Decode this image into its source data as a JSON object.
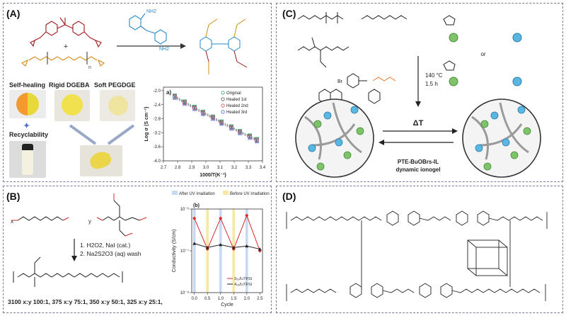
{
  "panels": {
    "a": {
      "label": "(A)",
      "photo_captions": [
        "Self-healing",
        "Rigid DGEBA",
        "Soft PEGDGE",
        "Recyclability"
      ],
      "reagent_labels": {
        "nh2_top": "NH2",
        "nh2_bottom": "NH2",
        "plus": "+",
        "n_sub": "n"
      }
    },
    "b": {
      "label": "(B)",
      "steps": [
        "1. H2O2, NaI (cat.)",
        "2. Na2S2O3 (aq) wash"
      ],
      "ratios": "3100 x:y 100:1, 375 x:y 75:1, 350 x:y 50:1, 325 x:y 25:1,",
      "x_label": "x",
      "y_label": "y"
    },
    "c": {
      "label": "(C)",
      "conditions": [
        "140 °C",
        "1.5 h"
      ],
      "delta_t": "ΔT",
      "gel_label": [
        "PTE-BuOBrs-IL",
        "dynamic ionogel"
      ],
      "or_label": "or",
      "br_label": "Br"
    },
    "d": {
      "label": "(D)"
    }
  },
  "chart_data": [
    {
      "type": "scatter",
      "panel": "A",
      "title": "a)",
      "xlabel": "1000/T(K⁻¹)",
      "ylabel": "Log σ (S cm⁻¹)",
      "xlim": [
        2.7,
        3.4
      ],
      "ylim": [
        -4.0,
        -1.9
      ],
      "xticks": [
        "2.7",
        "2.8",
        "2.9",
        "3.0",
        "3.1",
        "3.2",
        "3.3",
        "3.4"
      ],
      "yticks": [
        "-2.0",
        "-2.4",
        "-2.8",
        "-3.2",
        "-3.6",
        "-4.0"
      ],
      "legend_position": "top-right",
      "series": [
        {
          "name": "Original",
          "marker": "triangle-down",
          "color": "#3aa76d",
          "x": [
            2.78,
            2.85,
            2.92,
            2.98,
            3.05,
            3.11,
            3.18,
            3.24,
            3.31,
            3.36
          ],
          "y": [
            -2.14,
            -2.31,
            -2.46,
            -2.6,
            -2.74,
            -2.88,
            -3.02,
            -3.15,
            -3.28,
            -3.38
          ]
        },
        {
          "name": "Healed 1st",
          "marker": "square",
          "color": "#555555",
          "x": [
            2.78,
            2.85,
            2.92,
            2.98,
            3.05,
            3.11,
            3.18,
            3.24,
            3.31,
            3.36
          ],
          "y": [
            -2.16,
            -2.33,
            -2.48,
            -2.62,
            -2.76,
            -2.9,
            -3.04,
            -3.17,
            -3.3,
            -3.4
          ]
        },
        {
          "name": "Healed 2nd",
          "marker": "circle",
          "color": "#d9534f",
          "x": [
            2.78,
            2.85,
            2.92,
            2.98,
            3.05,
            3.11,
            3.18,
            3.24,
            3.31,
            3.36
          ],
          "y": [
            -2.18,
            -2.35,
            -2.5,
            -2.64,
            -2.78,
            -2.92,
            -3.06,
            -3.19,
            -3.32,
            -3.42
          ]
        },
        {
          "name": "Healed 3rd",
          "marker": "triangle-up",
          "color": "#4a6fd1",
          "x": [
            2.78,
            2.85,
            2.92,
            2.98,
            3.05,
            3.11,
            3.18,
            3.24,
            3.31,
            3.36
          ],
          "y": [
            -2.2,
            -2.37,
            -2.52,
            -2.66,
            -2.8,
            -2.94,
            -3.08,
            -3.21,
            -3.34,
            -3.44
          ]
        }
      ]
    },
    {
      "type": "line",
      "panel": "B",
      "title": "(b)",
      "xlabel": "Cycle",
      "ylabel": "Conductivity (S/cm)",
      "xlim": [
        -0.1,
        2.6
      ],
      "ylim_log": [
        -8,
        -6
      ],
      "yticks": [
        "10⁻⁸",
        "10⁻⁷",
        "10⁻⁶"
      ],
      "xticks": [
        "0.0",
        "0.5",
        "1.0",
        "1.5",
        "2.0",
        "2.5"
      ],
      "legend": [
        "After UV irradiation",
        "Before UV irradiation"
      ],
      "shading_colors": {
        "after": "#c9d9f2",
        "before": "#f9e7a8"
      },
      "after_bands": [
        [
          -0.05,
          0.05
        ],
        [
          0.95,
          1.05
        ],
        [
          1.95,
          2.05
        ]
      ],
      "before_bands": [
        [
          0.45,
          0.55
        ],
        [
          1.45,
          1.55
        ]
      ],
      "series": [
        {
          "name": "3₂₅/LiTFSI",
          "color": "#d62728",
          "x": [
            0,
            0.5,
            1.0,
            1.5,
            2.0,
            2.5
          ],
          "y": [
            6e-07,
            1.1e-07,
            6e-07,
            1.1e-07,
            7e-07,
            1e-07
          ]
        },
        {
          "name": "4₂₅/LiTFSI",
          "color": "#222222",
          "x": [
            0,
            0.5,
            1.0,
            1.5,
            2.0,
            2.5
          ],
          "y": [
            1.5e-07,
            1.2e-07,
            1.4e-07,
            1.2e-07,
            1.3e-07,
            1.1e-07
          ]
        }
      ]
    }
  ]
}
